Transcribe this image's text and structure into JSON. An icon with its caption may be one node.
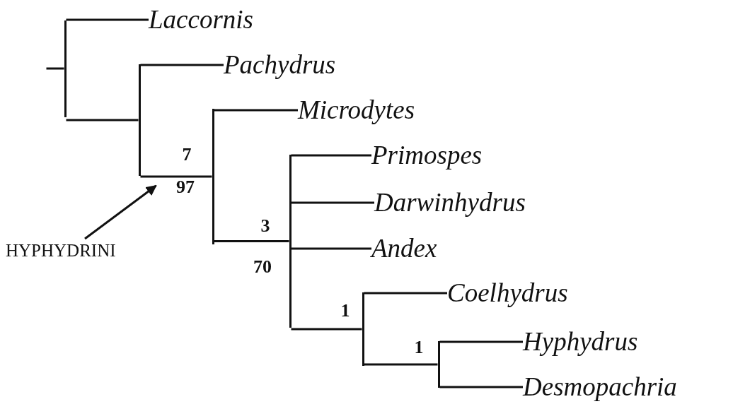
{
  "diagram": {
    "nodes": [
      {
        "text": [],
        "shape": "bar"
      },
      {
        "text": [
          "Laccornis"
        ]
      },
      {
        "text": [],
        "shape": "bar"
      },
      {
        "text": [
          "Pachydrus"
        ]
      },
      {
        "text": [],
        "shape": "bar"
      },
      {
        "text": [
          "Microdytes"
        ]
      },
      {
        "text": [],
        "shape": "bar"
      },
      {
        "text": [
          "Primospes"
        ]
      },
      {
        "text": [
          "Darwinhydrus"
        ]
      },
      {
        "text": [
          "Andex"
        ]
      },
      {
        "text": [],
        "shape": "bar"
      },
      {
        "text": [
          "Coelhydrus"
        ]
      },
      {
        "text": [],
        "shape": "bar"
      },
      {
        "text": [
          "Hyphydrus"
        ]
      },
      {
        "text": [
          "Desmopachria"
        ]
      },
      {
        "text": [
          "HYPHYDRINI"
        ]
      }
    ],
    "edges": [
      {
        "from": null,
        "to": 0,
        "arrow": "none"
      },
      {
        "from": 0,
        "to": 1,
        "arrow": "none"
      },
      {
        "from": 0,
        "to": 2,
        "arrow": "none"
      },
      {
        "from": 2,
        "to": 3,
        "arrow": "none"
      },
      {
        "from": 2,
        "to": 4,
        "arrow": "none"
      },
      {
        "from": 4,
        "to": 5,
        "arrow": "none"
      },
      {
        "from": 4,
        "to": 6,
        "arrow": "none"
      },
      {
        "from": 6,
        "to": 7,
        "arrow": "none"
      },
      {
        "from": 6,
        "to": 8,
        "arrow": "none"
      },
      {
        "from": 6,
        "to": 9,
        "arrow": "none"
      },
      {
        "from": 6,
        "to": 10,
        "arrow": "none"
      },
      {
        "from": 10,
        "to": 11,
        "arrow": "none"
      },
      {
        "from": 10,
        "to": 12,
        "arrow": "none"
      },
      {
        "from": 12,
        "to": 13,
        "arrow": "none"
      },
      {
        "from": 12,
        "to": 14,
        "arrow": "none"
      },
      {
        "from": 15,
        "to": 2,
        "arrow": "to"
      }
    ],
    "labels": [
      "7",
      "97",
      "3",
      "70",
      "1",
      "1"
    ]
  }
}
